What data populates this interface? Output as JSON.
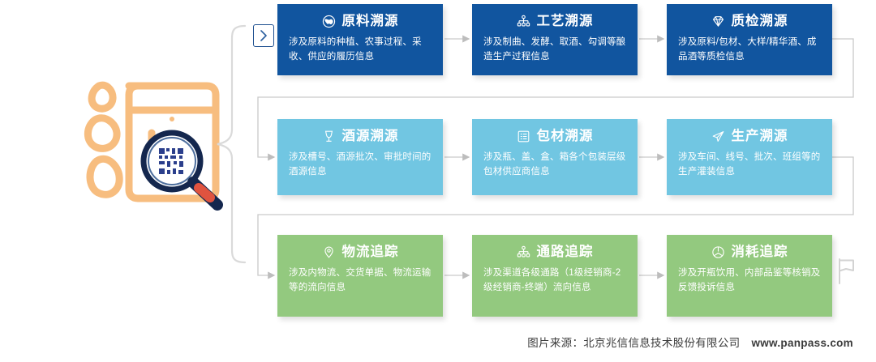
{
  "nav": {
    "chevron_icon": "chevron-right-icon",
    "flag_icon": "flag-icon",
    "brace_icon": "curly-brace",
    "logo_icon": "jiu-character-qrcode-magnifier-logo"
  },
  "rows": [
    {
      "id": "row-source",
      "color": "#11559f",
      "cards": [
        {
          "icon": "globe-icon",
          "title": "原料溯源",
          "desc": "涉及原料的种植、农事过程、采收、供应的履历信息"
        },
        {
          "icon": "sitemap-icon",
          "title": "工艺溯源",
          "desc": "涉及制曲、发酵、取酒、勾调等酿造生产过程信息"
        },
        {
          "icon": "diamond-icon",
          "title": "质检溯源",
          "desc": "涉及原料/包材、大样/精华酒、成品酒等质检信息"
        }
      ]
    },
    {
      "id": "row-production",
      "color": "#71c6e2",
      "cards": [
        {
          "icon": "wine-glass-icon",
          "title": "酒源溯源",
          "desc": "涉及槽号、酒源批次、审批时间的酒源信息"
        },
        {
          "icon": "list-box-icon",
          "title": "包材溯源",
          "desc": "涉及瓶、盖、盒、箱各个包装层级包材供应商信息"
        },
        {
          "icon": "paper-plane-icon",
          "title": "生产溯源",
          "desc": "涉及车间、线号、批次、班组等的生产灌装信息"
        }
      ]
    },
    {
      "id": "row-tracking",
      "color": "#93c97f",
      "cards": [
        {
          "icon": "map-pin-icon",
          "title": "物流追踪",
          "desc": "涉及内物流、交货单据、物流运输等的流向信息"
        },
        {
          "icon": "sitemap-icon",
          "title": "通路追踪",
          "desc": "涉及渠道各级通路（1级经销商-2级经销商-终端）流向信息"
        },
        {
          "icon": "target-icon",
          "title": "消耗追踪",
          "desc": "涉及开瓶饮用、内部品鉴等核销及反馈投诉信息"
        }
      ]
    }
  ],
  "footer": {
    "source": "图片来源：北京兆信信息技术股份有限公司",
    "url": "www.panpass.com"
  },
  "colors": {
    "dark_blue": "#11559f",
    "cyan": "#71c6e2",
    "green": "#93c97f",
    "logo_orange": "#f7bd7f",
    "wire_gray": "#c9c9c9"
  }
}
